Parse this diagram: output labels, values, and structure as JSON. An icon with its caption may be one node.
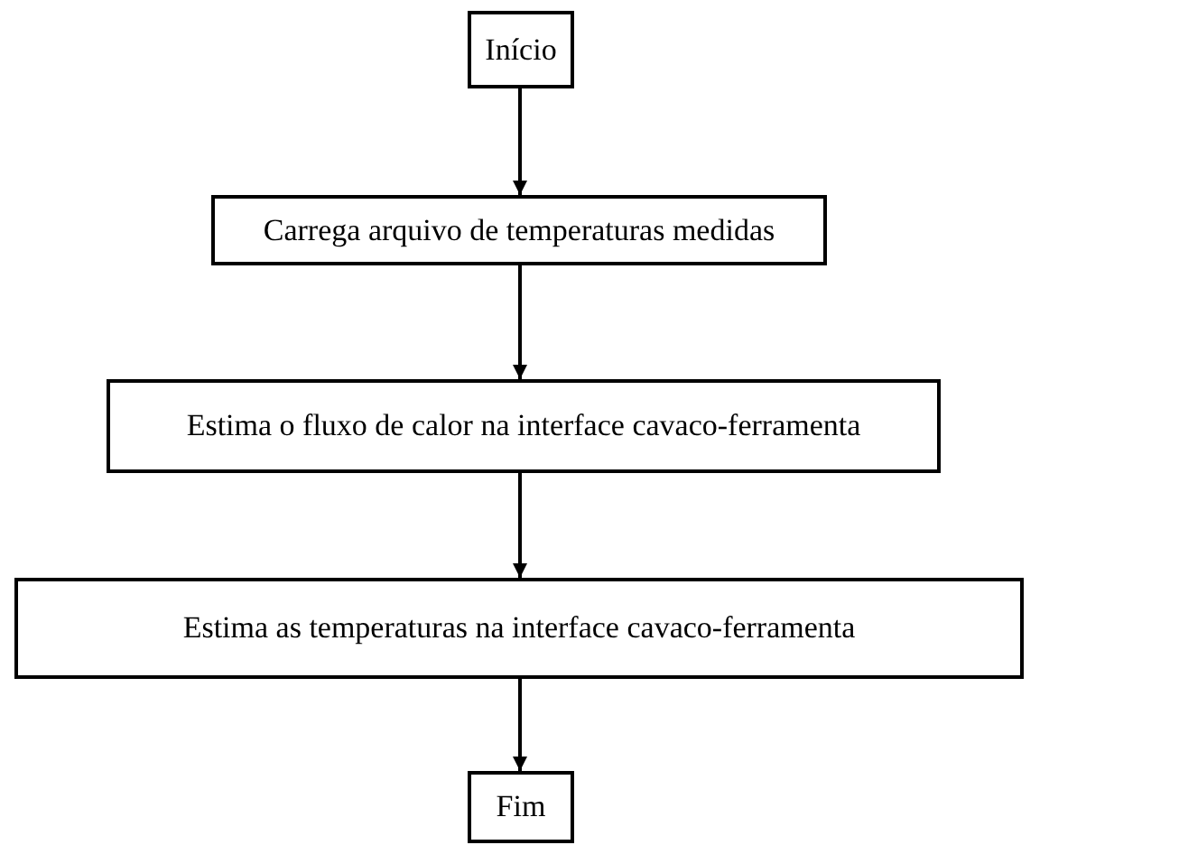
{
  "diagram": {
    "nodes": [
      {
        "text": [
          "Início"
        ]
      },
      {
        "text": [
          "Carrega arquivo de temperaturas medidas"
        ]
      },
      {
        "text": [
          "Estima o fluxo de calor na interface cavaco-ferramenta"
        ]
      },
      {
        "text": [
          "Estima as temperaturas na interface cavaco-ferramenta"
        ]
      },
      {
        "text": [
          "Fim"
        ]
      }
    ],
    "edges": [
      {
        "from": 0,
        "to": 1,
        "arrow": "to"
      },
      {
        "from": 1,
        "to": 2,
        "arrow": "to"
      },
      {
        "from": 2,
        "to": 3,
        "arrow": "to"
      },
      {
        "from": 3,
        "to": 4,
        "arrow": "to"
      }
    ]
  }
}
